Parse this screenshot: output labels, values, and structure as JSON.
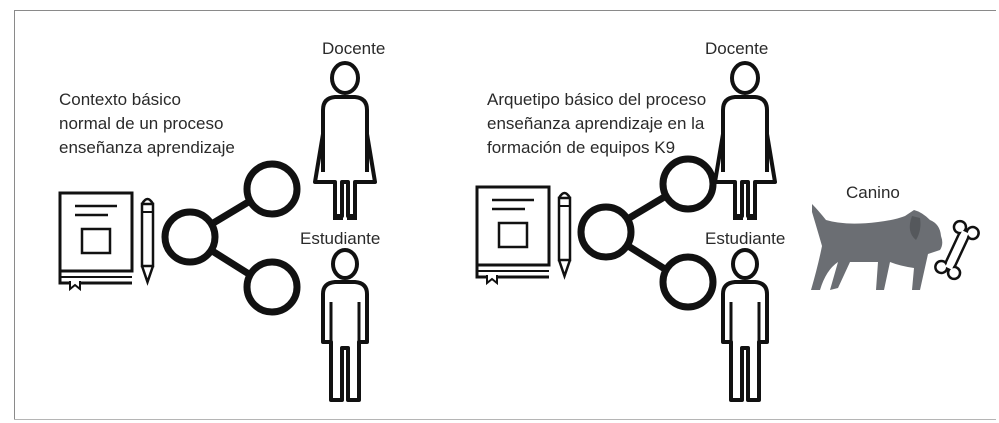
{
  "left_panel": {
    "caption_lines": [
      "Contexto básico",
      "normal de un proceso",
      "enseñanza aprendizaje"
    ],
    "teacher_label": "Docente",
    "student_label": "Estudiante"
  },
  "right_panel": {
    "caption_lines": [
      "Arquetipo básico del proceso",
      "enseñanza aprendizaje en la",
      "formación de equipos K9"
    ],
    "teacher_label": "Docente",
    "student_label": "Estudiante",
    "dog_label": "Canino"
  },
  "colors": {
    "line": "#111111",
    "dog": "#6b6e73",
    "text": "#2a2a2a"
  }
}
